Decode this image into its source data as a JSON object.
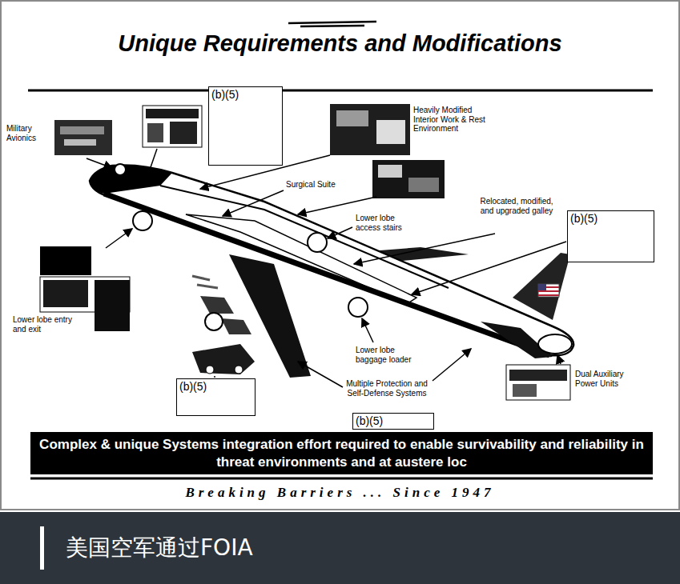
{
  "diagram": {
    "title": "Unique Requirements and Modifications",
    "nodes": [
      {
        "text": [
          "(b)(5)"
        ]
      },
      {
        "text": [
          "(b)(5)"
        ]
      },
      {
        "text": [
          "(b)(5)"
        ]
      },
      {
        "text": [
          "(b)(5)"
        ]
      },
      {
        "text": [
          "Complex & unique Systems integration effort required to enable survivability and reliability in threat environments and at austere loc"
        ]
      },
      {
        "text": [
          "美国空军通过FOIA"
        ]
      }
    ],
    "labels": [
      "Military Avionics",
      "Heavily Modified Interior Work & Rest Environment",
      "Surgical Suite",
      "Lower lobe access stairs",
      "Relocated, modified, and upgraded galley",
      "Lower lobe entry and exit",
      "Lower lobe baggage loader",
      "Multiple Protection and Self-Defense Systems",
      "Dual Auxiliary Power Units",
      "Breaking Barriers ... Since 1947"
    ]
  }
}
